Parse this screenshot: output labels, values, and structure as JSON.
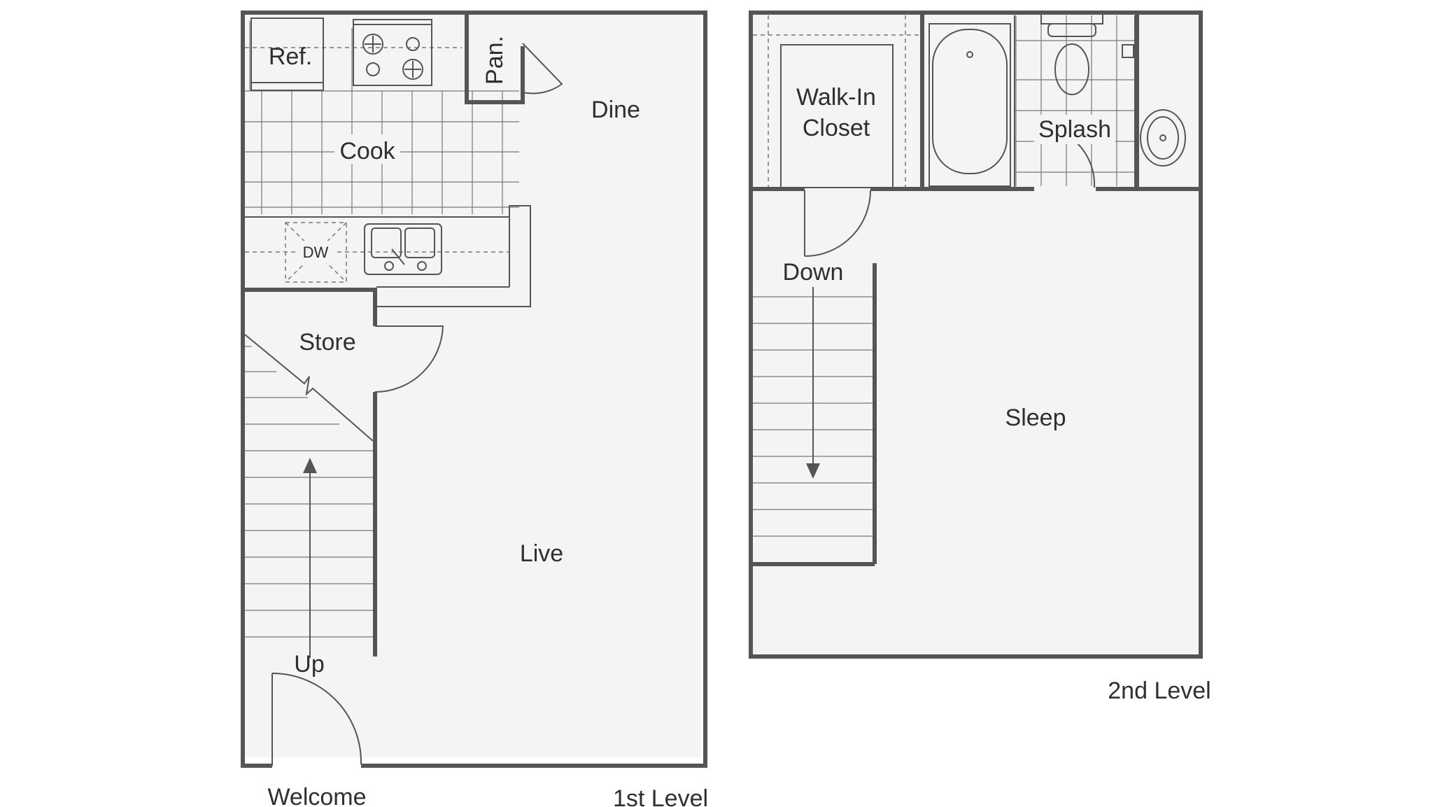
{
  "labels": {
    "ref": "Ref.",
    "pantry": "Pan.",
    "dine": "Dine",
    "cook": "Cook",
    "dishwasher": "DW",
    "store": "Store",
    "live": "Live",
    "up": "Up",
    "welcome": "Welcome",
    "level1": "1st Level",
    "closet_line1": "Walk-In",
    "closet_line2": "Closet",
    "splash": "Splash",
    "down": "Down",
    "sleep": "Sleep",
    "level2": "2nd Level"
  },
  "colors": {
    "wall": "#555555",
    "floor": "#f3f4f3",
    "text": "#2f2f2f"
  }
}
